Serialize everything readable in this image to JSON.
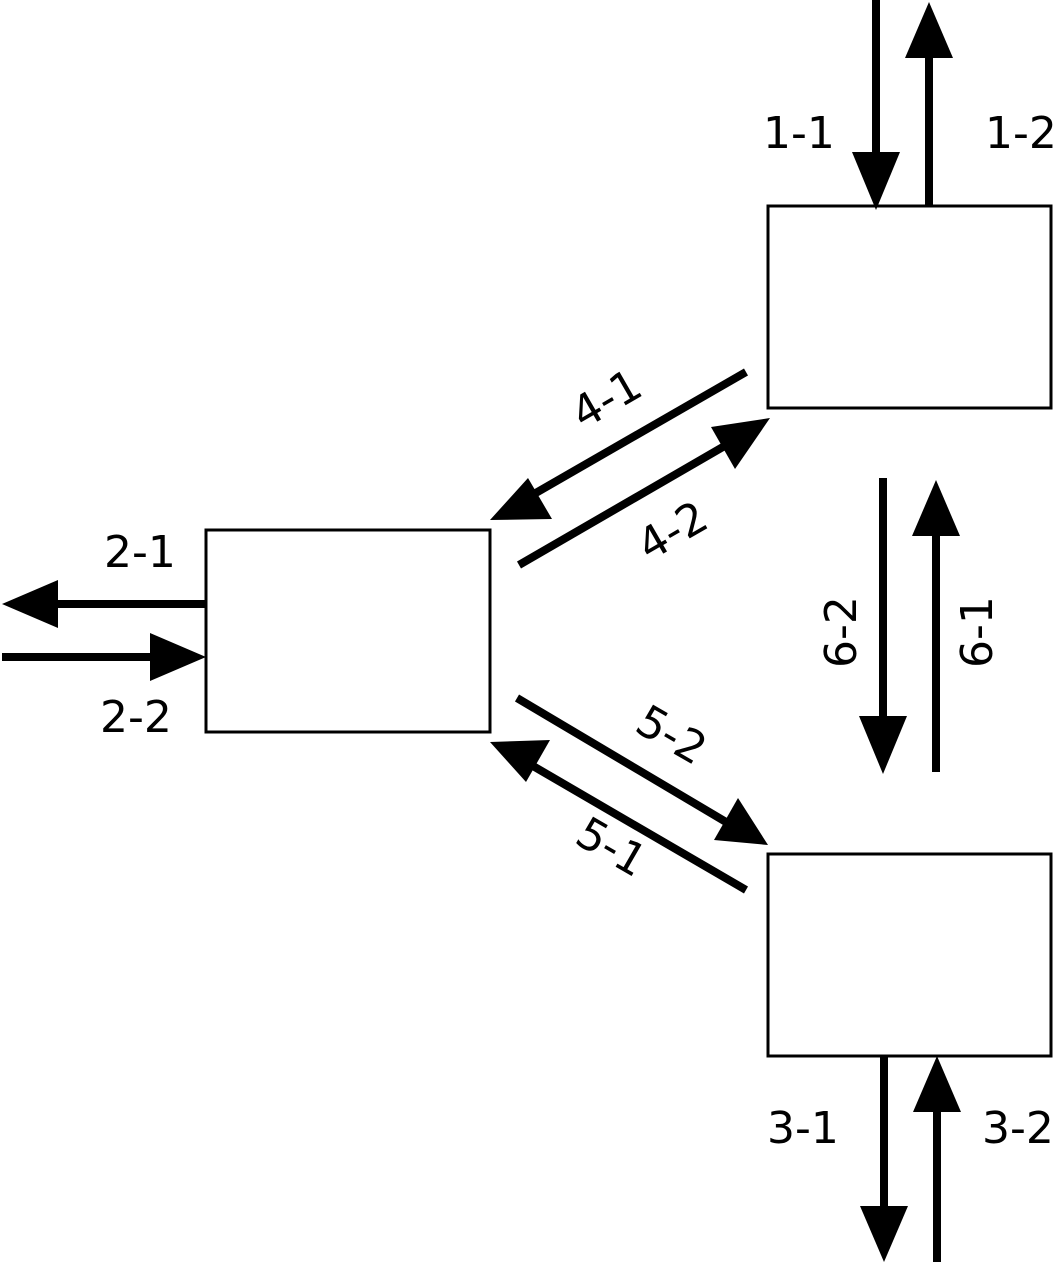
{
  "colors": {
    "stroke": "#000000",
    "background": "#ffffff"
  },
  "nodes": [
    {
      "id": "top-right-box"
    },
    {
      "id": "left-box"
    },
    {
      "id": "bottom-right-box"
    }
  ],
  "flows": {
    "f1_1": "1-1",
    "f1_2": "1-2",
    "f2_1": "2-1",
    "f2_2": "2-2",
    "f3_1": "3-1",
    "f3_2": "3-2",
    "f4_1": "4-1",
    "f4_2": "4-2",
    "f5_1": "5-1",
    "f5_2": "5-2",
    "f6_1": "6-1",
    "f6_2": "6-2"
  }
}
